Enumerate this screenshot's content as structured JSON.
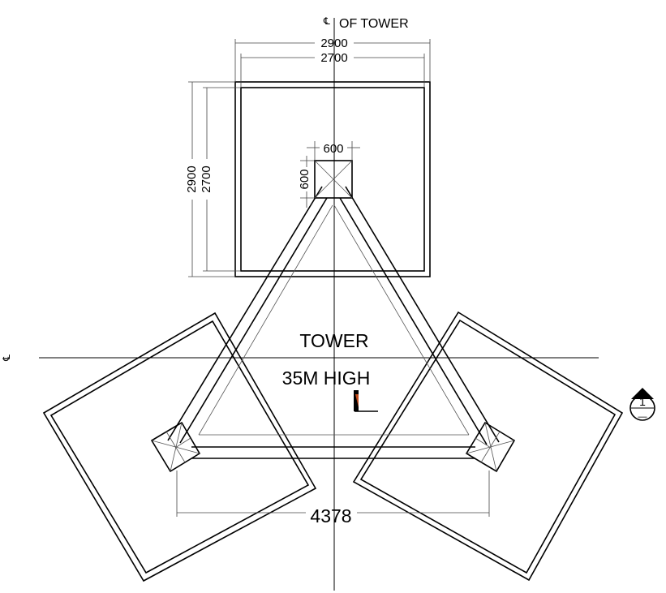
{
  "centerline_label": {
    "symbol": "℄",
    "text": "OF TOWER"
  },
  "dimensions": {
    "outer_width": "2900",
    "inner_width": "2700",
    "outer_height": "2900",
    "inner_height": "2700",
    "pier_width": "600",
    "pier_height": "600",
    "base_span": "4378"
  },
  "tower": {
    "name": "TOWER",
    "height": "35M HIGH"
  },
  "section_marker": {
    "number": "1",
    "sheet": "—"
  },
  "colors": {
    "line": "#000000",
    "accent": "#c04a1a"
  }
}
